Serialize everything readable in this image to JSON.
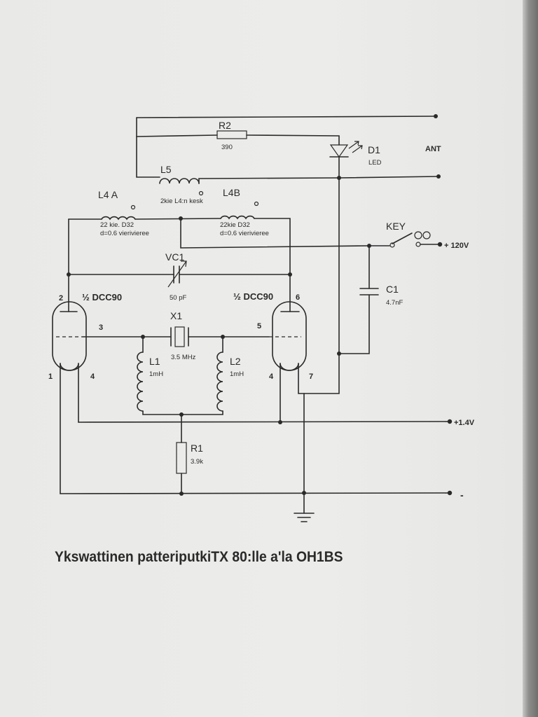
{
  "labels": {
    "r2": "R2",
    "r2_value": "390",
    "d1": "D1",
    "d1_type": "LED",
    "ant": "ANT",
    "l5": "L5",
    "l5_note": "2kie L4:n kesk",
    "l4a": "L4 A",
    "l4a_note1": "22 kie. D32",
    "l4a_note2": "d=0.6 vierivieree",
    "l4b": "L4B",
    "l4b_note1": "22kie D32",
    "l4b_note2": "d=0.6 vierivieree",
    "key": "KEY",
    "plus120": "+ 120V",
    "vc1": "VC1",
    "vc1_value": "50 pF",
    "c1": "C1",
    "c1_value": "4.7nF",
    "tube_left": "½ DCC90",
    "tube_right": "½ DCC90",
    "pin1": "1",
    "pin2": "2",
    "pin3": "3",
    "pin4_left": "4",
    "pin4_right": "4",
    "pin5": "5",
    "pin6": "6",
    "pin7": "7",
    "x1": "X1",
    "x1_value": "3.5 MHz",
    "l1": "L1",
    "l1_value": "1mH",
    "l2": "L2",
    "l2_value": "1mH",
    "r1": "R1",
    "r1_value": "3.9k",
    "plus14": "+1.4V",
    "minus": "-"
  },
  "caption": "Ykswattinen patteriputkiTX 80:lle a'la OH1BS",
  "colors": {
    "ink": "#2a2a2a",
    "paper": "#ececea"
  }
}
